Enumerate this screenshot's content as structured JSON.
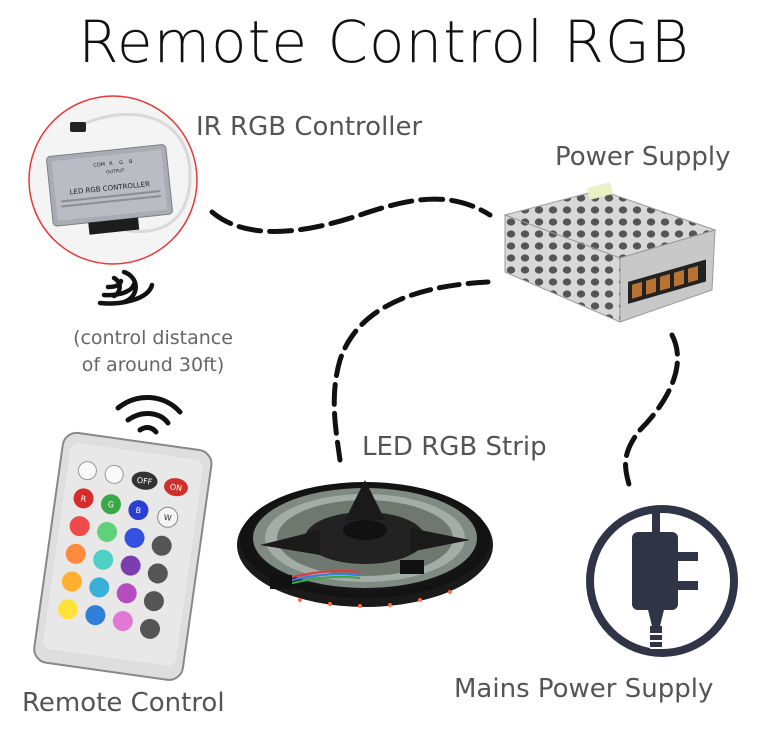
{
  "title": "Remote Control RGB",
  "labels": {
    "controller": "IR RGB Controller",
    "power_supply": "Power Supply",
    "led_strip": "LED RGB Strip",
    "remote": "Remote Control",
    "mains": "Mains Power Supply",
    "distance_line1": "(control distance",
    "distance_line2": "of around 30ft)"
  },
  "controller_device": {
    "label": "LED RGB CONTROLLER",
    "ports": [
      "COM",
      "R",
      "G",
      "B"
    ],
    "output_label": "OUTPUT"
  },
  "remote_buttons": {
    "off": "OFF",
    "on": "ON",
    "white": "W",
    "red": "R",
    "green": "G",
    "blue": "B"
  },
  "colors": {
    "accent_red": "#e53a3a",
    "cable": "#111111",
    "plug": "#2f3447"
  }
}
